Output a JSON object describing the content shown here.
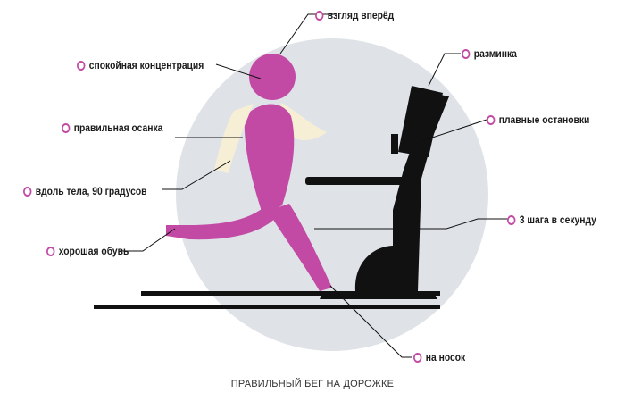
{
  "labels": {
    "gaze": "взгляд вперёд",
    "warmup": "разминка",
    "calm": "спокойная концентрация",
    "smooth_stops": "плавные остановки",
    "posture": "правильная осанка",
    "arms": "вдоль тела, 90 градусов",
    "cadence": "3 шага в секунду",
    "shoes": "хорошая обувь",
    "toe": "на носок"
  },
  "caption": "ПРАВИЛЬНЫЙ БЕГ НА ДОРОЖКЕ",
  "colors": {
    "accent": "#c24aa5",
    "circle": "#dfe3e7",
    "treadmill": "#111111",
    "hair": "#f6efd6"
  }
}
